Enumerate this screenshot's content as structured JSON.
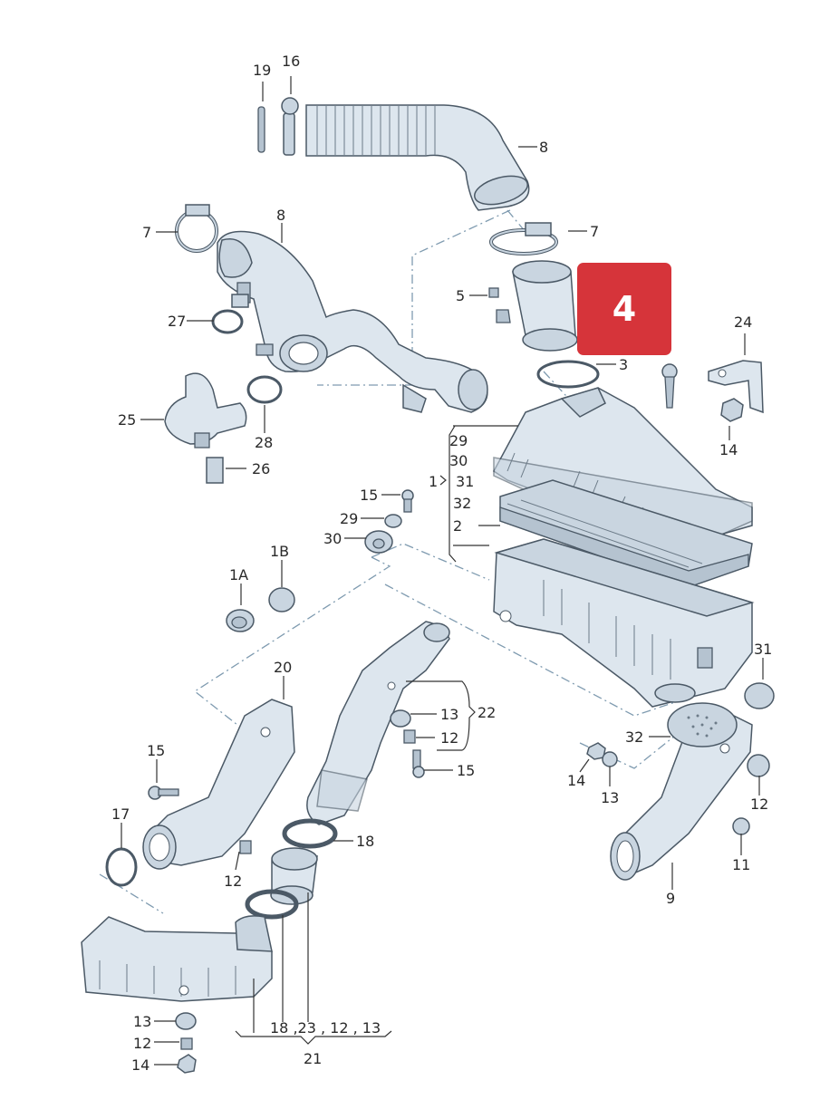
{
  "badge": {
    "text": "4",
    "color": "#d6343a"
  },
  "labels": {
    "l19": "19",
    "l16": "16",
    "l8a": "8",
    "l8b": "8",
    "l7a": "7",
    "l7b": "7",
    "l5a": "5",
    "l5b": "5",
    "l27": "27",
    "l3": "3",
    "l24": "24",
    "l25": "25",
    "l28": "28",
    "l26": "26",
    "l14a": "14",
    "l29": "29",
    "l30": "30",
    "l1": "1",
    "l31": "31",
    "l32": "32",
    "l2": "2",
    "l15a": "15",
    "l29b": "29",
    "l30b": "30",
    "l1A": "1A",
    "l1B": "1B",
    "l20": "20",
    "l22": "22",
    "l13a": "13",
    "l12a": "12",
    "l15b": "15",
    "l31b": "31",
    "l32b": "32",
    "l15c": "15",
    "l14b": "14",
    "l13b": "13",
    "l12b": "12",
    "l17": "17",
    "l18": "18",
    "l12c": "12",
    "l11": "11",
    "l9": "9",
    "l13c": "13",
    "l12d": "12",
    "l14c": "14",
    "l21group": "18 ,23 , 12 , 13",
    "l21": "21"
  }
}
